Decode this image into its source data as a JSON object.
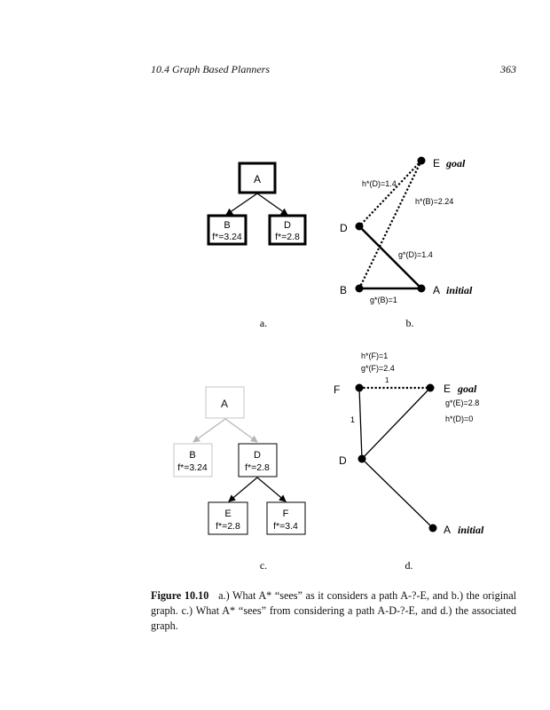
{
  "header": {
    "section": "10.4   Graph Based Planners",
    "page_number": "363"
  },
  "figure": {
    "a": {
      "nodes": {
        "A": {
          "name": "A"
        },
        "B": {
          "name": "B",
          "f": "f*=3.24"
        },
        "D": {
          "name": "D",
          "f": "f*=2.8"
        }
      },
      "label": "a."
    },
    "b": {
      "labels": {
        "E": "E",
        "goal": "goal",
        "D": "D",
        "B": "B",
        "A": "A",
        "initial": "initial",
        "hD": "h*(D)=1.4",
        "hB": "h*(B)=2.24",
        "gD": "g*(D)=1.4",
        "gB": "g*(B)=1"
      },
      "label": "b."
    },
    "c": {
      "nodes": {
        "A": {
          "name": "A"
        },
        "B": {
          "name": "B",
          "f": "f*=3.24"
        },
        "D": {
          "name": "D",
          "f": "f*=2.8"
        },
        "E": {
          "name": "E",
          "f": "f*=2.8"
        },
        "F": {
          "name": "F",
          "f": "f*=3.4"
        }
      },
      "label": "c."
    },
    "d": {
      "labels": {
        "hF": "h*(F)=1",
        "gF": "g*(F)=2.4",
        "one_top": "1",
        "F": "F",
        "E": "E",
        "goal": "goal",
        "gE": "g*(E)=2.8",
        "hD": "h*(D)=0",
        "one_left": "1",
        "D": "D",
        "A": "A",
        "initial": "initial"
      },
      "label": "d."
    }
  },
  "caption": {
    "label": "Figure 10.10",
    "text": "a.) What A* “sees” as it considers a path A-?-E, and b.) the original graph. c.) What A* “sees” from considering a path A-D-?-E, and d.) the associated graph."
  }
}
